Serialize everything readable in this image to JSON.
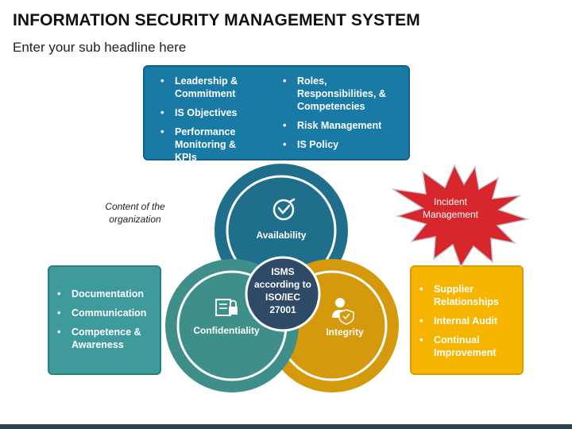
{
  "header": {
    "title": "INFORMATION SECURITY MANAGEMENT SYSTEM",
    "subtitle": "Enter your sub headline here"
  },
  "top_box": {
    "left_items": [
      "Leadership & Commitment",
      "IS Objectives",
      "Performance Monitoring & KPIs"
    ],
    "right_items": [
      "Roles, Responsibilities, & Competencies",
      "Risk Management",
      "IS Policy"
    ]
  },
  "left_box": {
    "items": [
      "Documentation",
      "Communication",
      "Competence & Awareness"
    ]
  },
  "right_box": {
    "items": [
      "Supplier Relationships",
      "Internal Audit",
      "Continual Improvement"
    ]
  },
  "note": "Content of the organization",
  "starburst": {
    "label_line1": "Incident",
    "label_line2": "Management"
  },
  "circles": {
    "availability": "Availability",
    "confidentiality": "Confidentiality",
    "integrity": "Integrity",
    "center_line1": "ISMS",
    "center_line2": "according to",
    "center_line3": "ISO/IEC",
    "center_line4": "27001"
  },
  "colors": {
    "availability": "#1f6f8c",
    "confidentiality": "#3e8f8a",
    "integrity": "#d49a0c",
    "center": "#2e4a66",
    "starburst": "#d8262d",
    "top_box": "#1a7aa6",
    "left_box": "#3e9a9b",
    "right_box": "#f7b500"
  },
  "icons": {
    "availability": "check-circle-icon",
    "confidentiality": "lock-document-icon",
    "integrity": "user-shield-icon"
  }
}
